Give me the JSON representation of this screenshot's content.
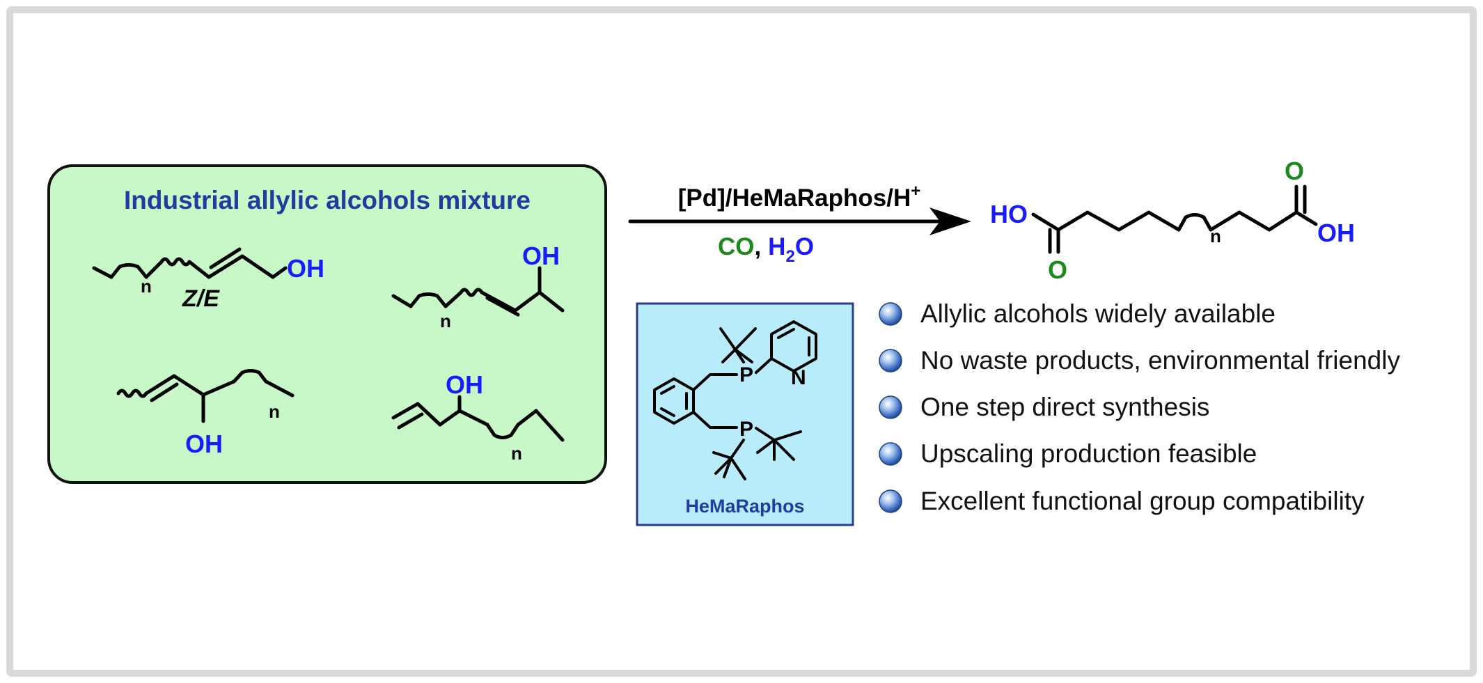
{
  "colors": {
    "frame_border": "#d9d9d9",
    "mixture_box_fill": "#c8f7c8",
    "ligand_box_fill": "#b8ecfb",
    "ligand_box_border": "#2b3a8f",
    "heading_blue": "#1f3d9e",
    "hetero_blue": "#1a1aff",
    "oxygen_green": "#1e8a1e",
    "text_dark": "#111111"
  },
  "mixture": {
    "title": "Industrial allylic alcohols mixture",
    "substrate1": {
      "oh": "OH",
      "n": "n",
      "isomer": "Z/E"
    },
    "substrate2": {
      "oh": "OH",
      "n": "n"
    },
    "substrate3": {
      "oh": "OH",
      "n": "n"
    },
    "substrate4": {
      "oh": "OH",
      "n": "n"
    }
  },
  "reaction": {
    "catalyst": "[Pd]/HeMaRaphos/H",
    "catalyst_sup": "+",
    "co": "CO",
    "separator": ",",
    "water_h": "H",
    "water_sub": "2",
    "water_o": "O"
  },
  "product": {
    "left_ho": "HO",
    "right_oh": "OH",
    "left_o": "O",
    "right_o": "O",
    "n": "n"
  },
  "ligand": {
    "name": "HeMaRaphos",
    "p1": "P",
    "p2": "P",
    "n_atom": "N"
  },
  "features": [
    "Allylic alcohols widely available",
    "No waste products, environmental friendly",
    "One step direct synthesis",
    "Upscaling production feasible",
    "Excellent functional group compatibility"
  ]
}
